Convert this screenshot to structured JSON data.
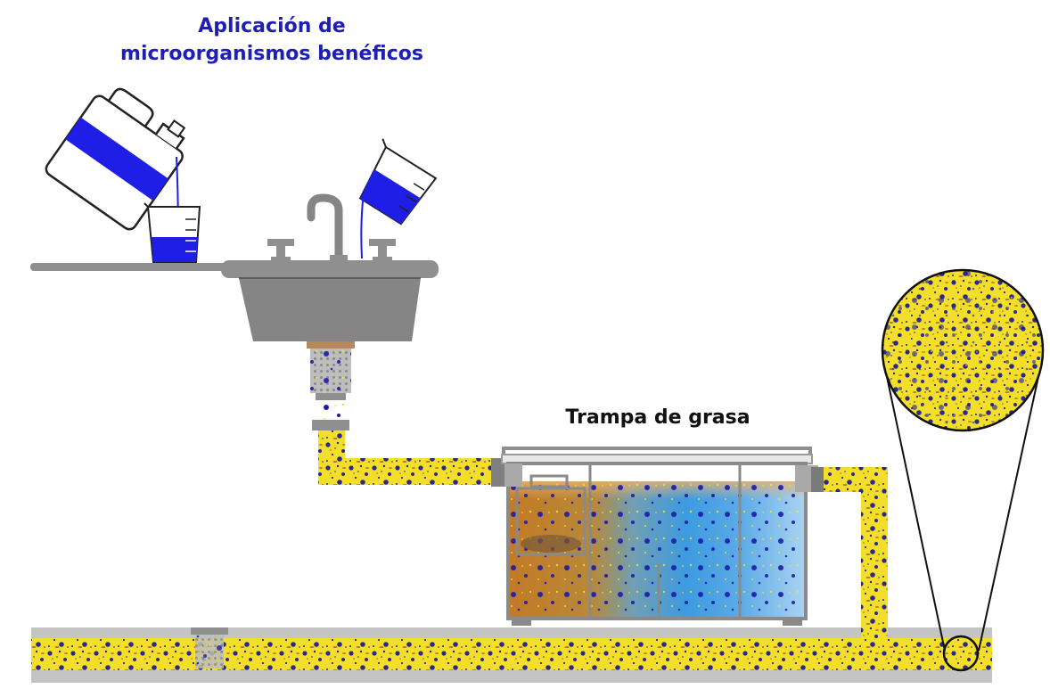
{
  "labels": {
    "application_line1": "Aplicación de",
    "application_line2": "microorganismos benéficos",
    "grease_trap": "Trampa de grasa"
  },
  "colors": {
    "title_blue": "#1f1fb8",
    "liquid_blue": "#1e1ee6",
    "pipe_yellow": "#f3df2a",
    "pipe_gray": "#c4c4c4",
    "sink_gray": "#858585",
    "grease_brown": "#c27a26",
    "water_blue": "#3d9be0",
    "light_water": "#a9d3f2",
    "dots_dark": "#2a2a8a"
  },
  "icons": [
    "jug-icon",
    "beaker-icon",
    "measuring-cup-icon",
    "faucet-icon",
    "sink-icon",
    "strainer-icon",
    "grease-trap-icon",
    "magnifier-circle-icon"
  ]
}
